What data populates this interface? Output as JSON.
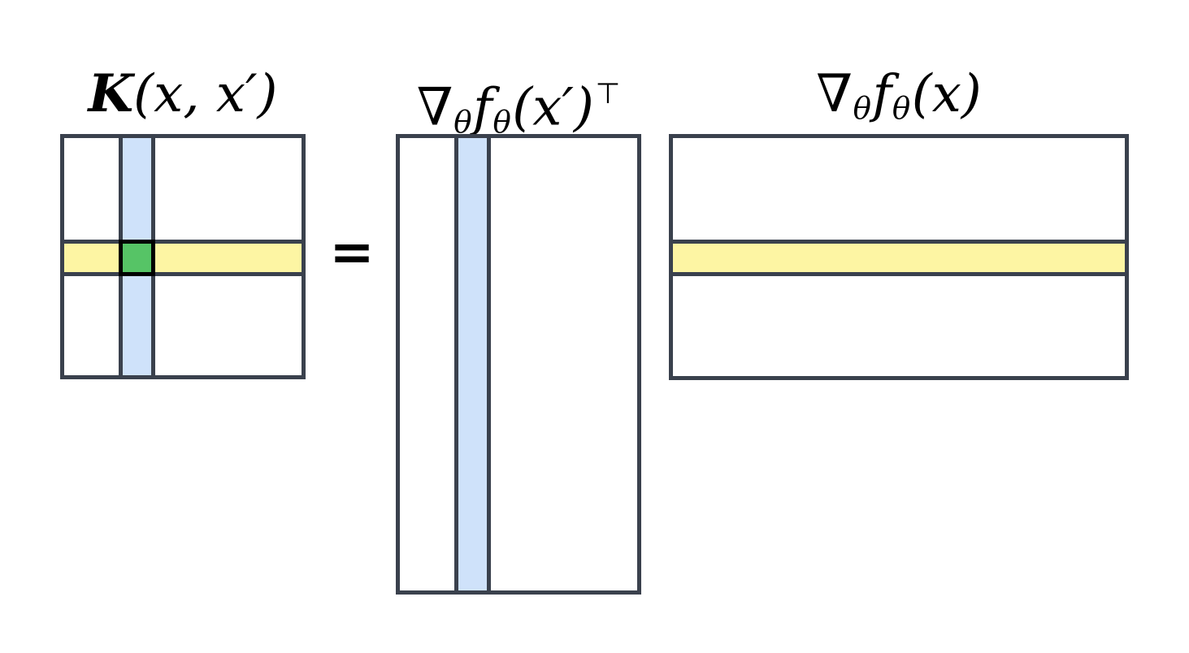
{
  "diagram": {
    "description": "Kernel matrix equals gradient transpose times gradient",
    "equation": {
      "equals": "=",
      "lhs_label": {
        "function": "K",
        "arguments": "(x, x′)"
      },
      "middle_label": {
        "nabla": "∇",
        "nabla_sub": "θ",
        "function": "f",
        "function_sub": "θ",
        "arguments": "(x′)",
        "superscript": "⊤"
      },
      "right_label": {
        "nabla": "∇",
        "nabla_sub": "θ",
        "function": "f",
        "function_sub": "θ",
        "arguments": "(x)"
      }
    },
    "matrices": [
      {
        "name": "kernel-matrix",
        "label": "K(x, x′)",
        "shape": "square",
        "highlights": [
          "column-blue",
          "row-yellow",
          "entry-green"
        ]
      },
      {
        "name": "gradient-transpose-matrix",
        "label": "∇θ fθ(x′)⊤",
        "shape": "tall",
        "highlights": [
          "column-blue"
        ]
      },
      {
        "name": "gradient-matrix",
        "label": "∇θ fθ(x)",
        "shape": "wide",
        "highlights": [
          "row-yellow"
        ]
      }
    ]
  },
  "colors": {
    "background": "#ffffff",
    "ink": "#000000",
    "matrix-border": "#3a414d",
    "stripe-blue": "#cfe2fa",
    "stripe-yellow": "#fdf5a3",
    "cell-green": "#56c466"
  }
}
